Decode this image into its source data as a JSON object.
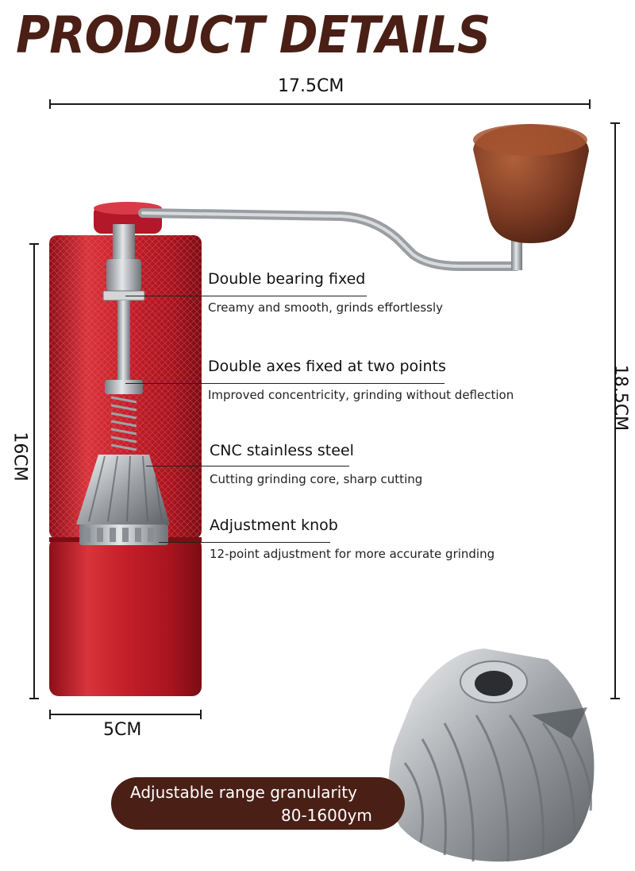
{
  "header": {
    "title": "PRODUCT DETAILS"
  },
  "dimensions": {
    "width_top": "17.5CM",
    "height_right": "18.5CM",
    "height_left": "16CM",
    "width_bottom": "5CM"
  },
  "features": [
    {
      "title": "Double bearing fixed",
      "subtitle": "Creamy and smooth, grinds effortlessly"
    },
    {
      "title": "Double axes fixed at two points",
      "subtitle": "Improved concentricity, grinding without deflection"
    },
    {
      "title": "CNC stainless steel",
      "subtitle": "Cutting grinding core, sharp cutting"
    },
    {
      "title": "Adjustment knob",
      "subtitle": "12-point adjustment for more accurate grinding"
    }
  ],
  "banner": {
    "line1": "Adjustable range granularity",
    "line2": "80-1600ym"
  },
  "colors": {
    "brand_brown": "#4a1f16",
    "body_red": "#c41f2a",
    "wood": "#7a3a22",
    "steel": "#b5b9bd"
  }
}
